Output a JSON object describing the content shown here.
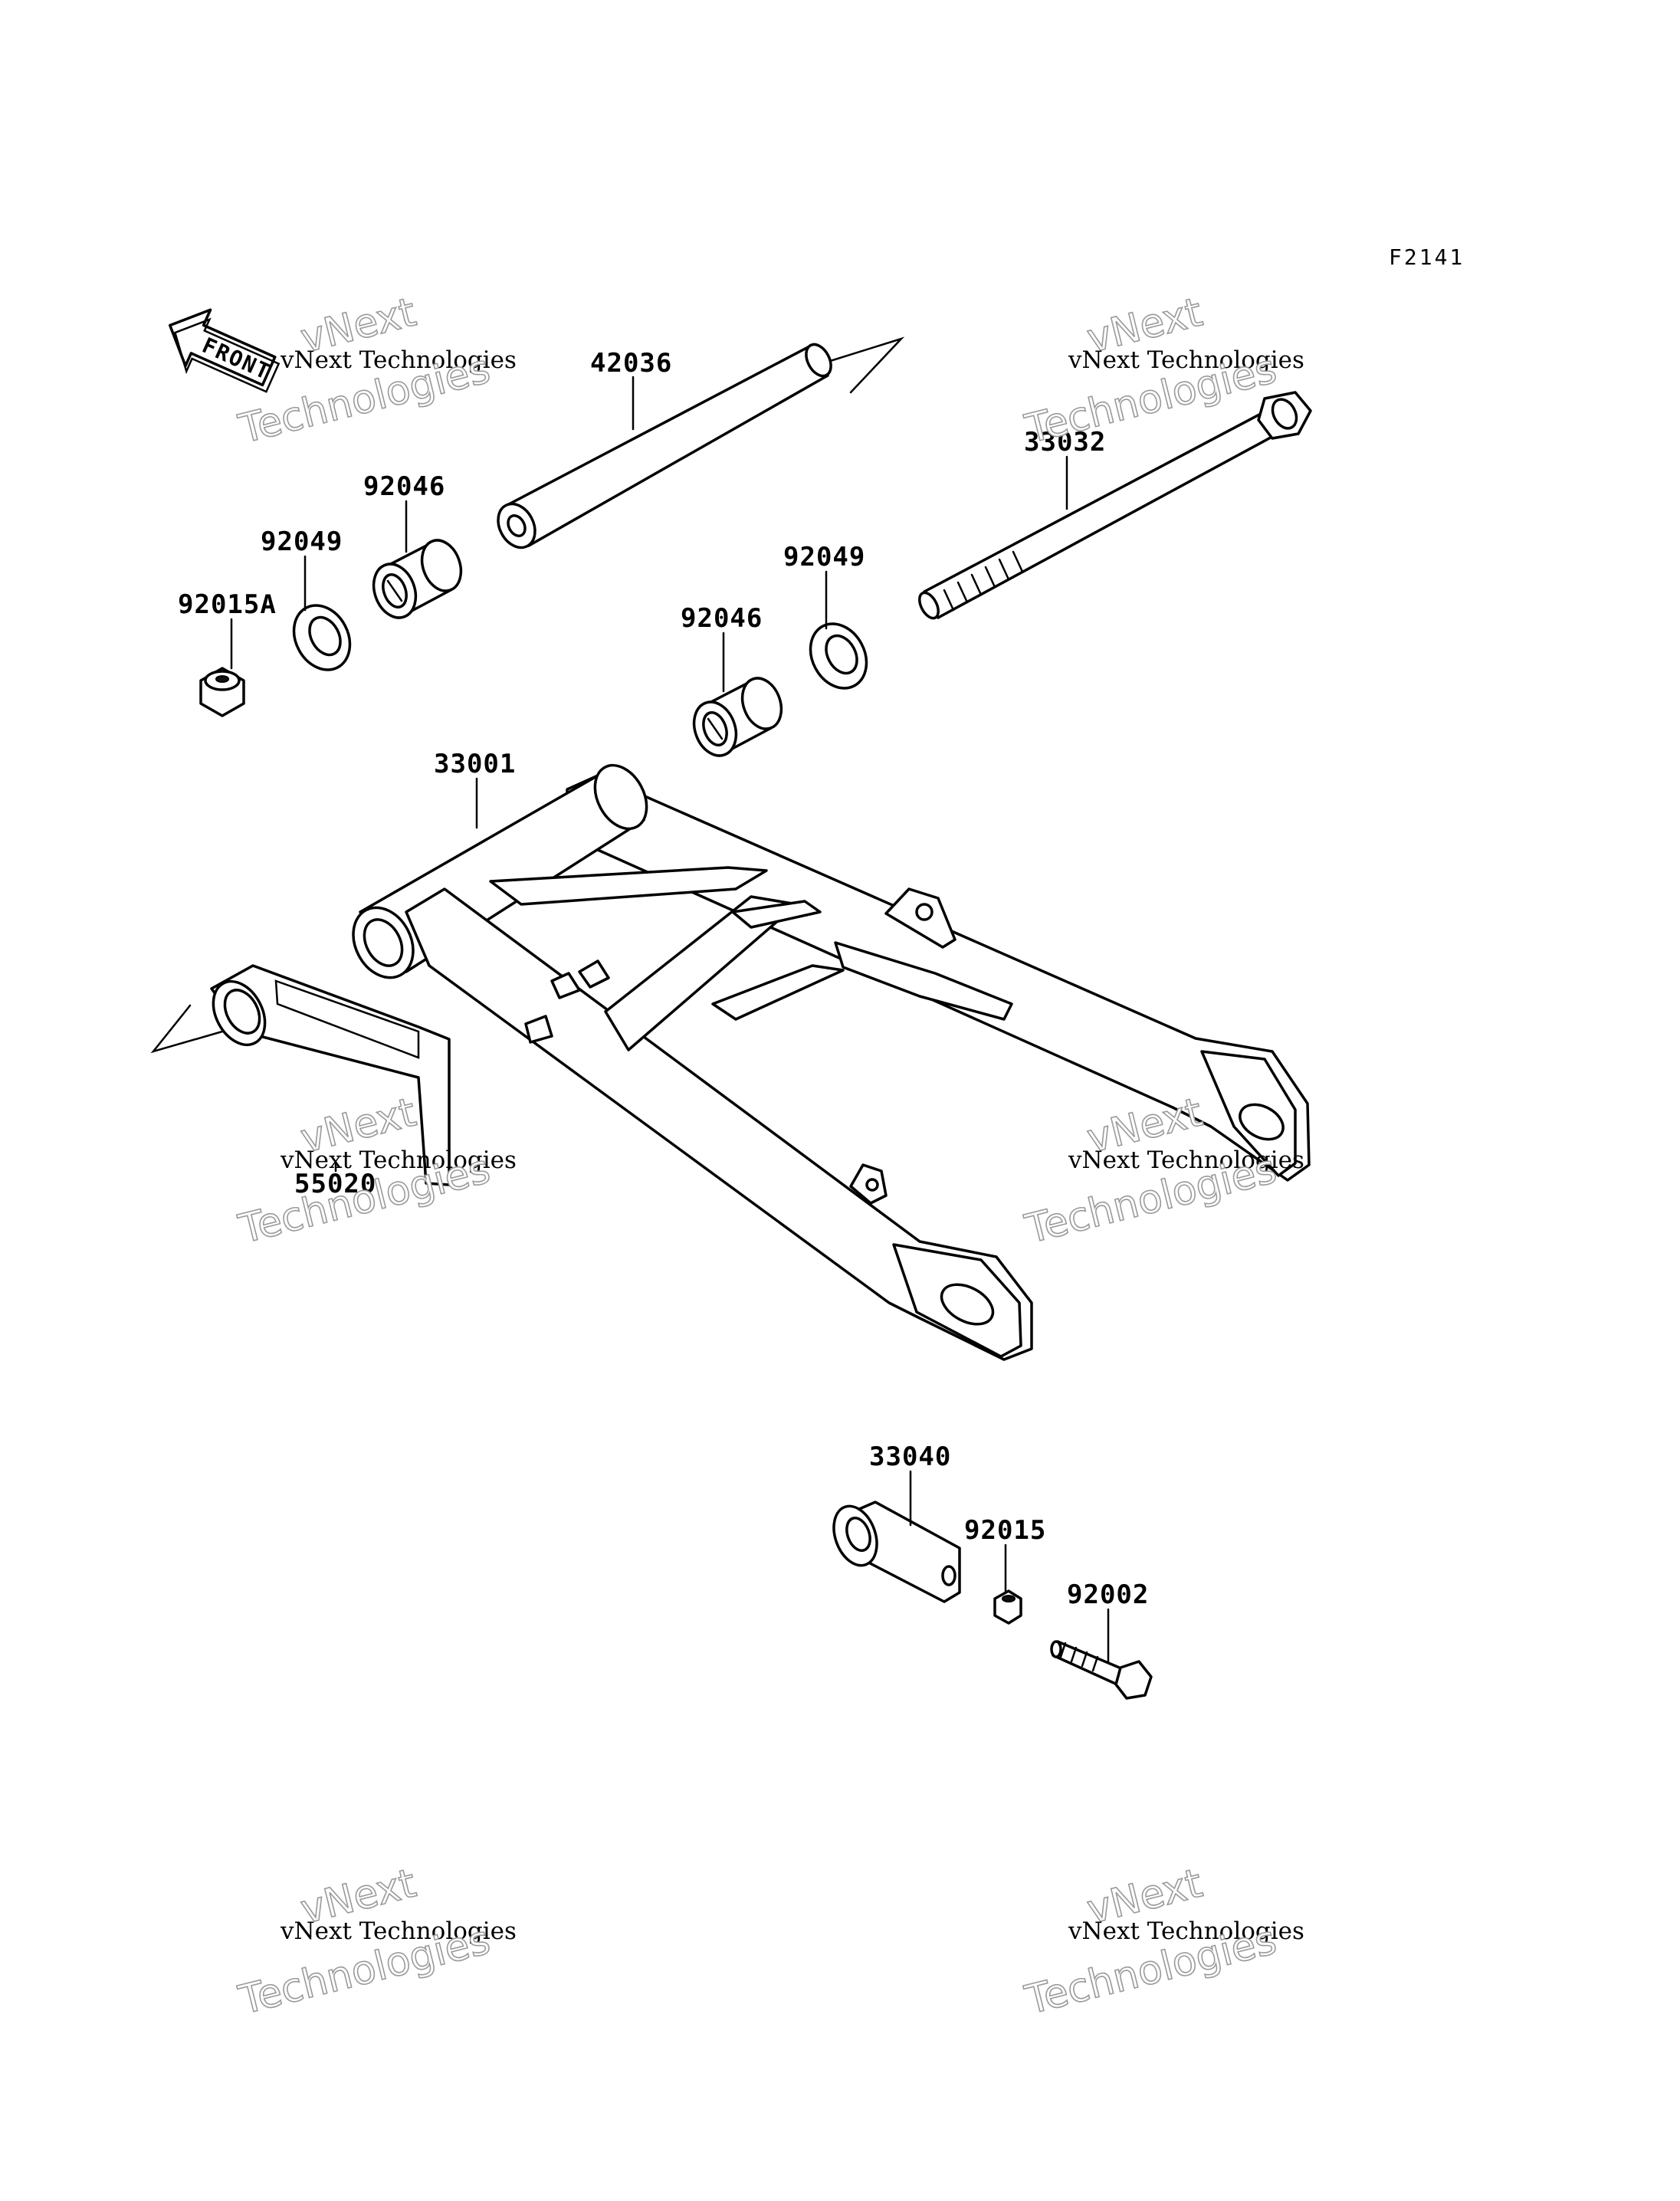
{
  "diagram_code": "F2141",
  "front_badge": "FRONT",
  "watermark": {
    "brand": "vNext",
    "line": "vNext Technologies",
    "sub": "Technologies"
  },
  "parts": [
    {
      "number": "42036"
    },
    {
      "number": "33032"
    },
    {
      "number": "92046"
    },
    {
      "number": "92049"
    },
    {
      "number": "92015A"
    },
    {
      "number": "92046"
    },
    {
      "number": "92049"
    },
    {
      "number": "33001"
    },
    {
      "number": "55020"
    },
    {
      "number": "33040"
    },
    {
      "number": "92015"
    },
    {
      "number": "92002"
    }
  ]
}
